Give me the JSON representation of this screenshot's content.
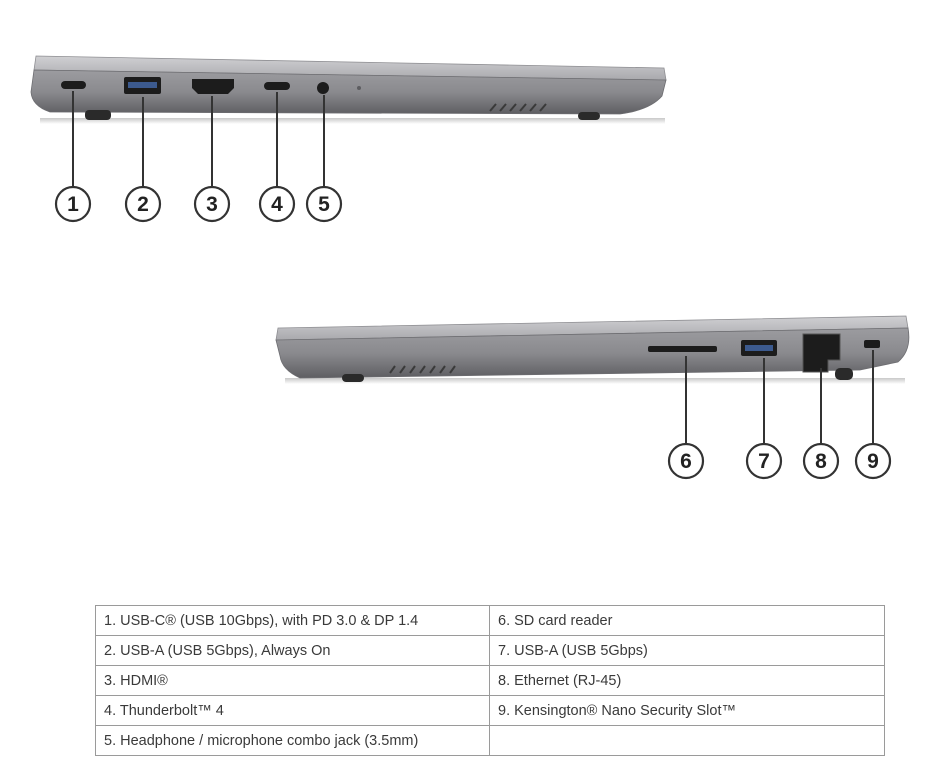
{
  "port_callouts": {
    "left_side": [
      "1",
      "2",
      "3",
      "4",
      "5"
    ],
    "right_side": [
      "6",
      "7",
      "8",
      "9"
    ]
  },
  "port_table": {
    "rows": [
      {
        "left": "1.  USB-C® (USB 10Gbps), with PD 3.0 & DP 1.4",
        "right": "6.  SD card reader"
      },
      {
        "left": "2.  USB-A (USB 5Gbps), Always On",
        "right": "7.  USB-A (USB 5Gbps)"
      },
      {
        "left": "3.  HDMI®",
        "right": "8.  Ethernet (RJ-45)"
      },
      {
        "left": "4.  Thunderbolt™ 4",
        "right": "9.  Kensington® Nano Security Slot™"
      },
      {
        "left": "5.  Headphone / microphone combo jack (3.5mm)",
        "right": ""
      }
    ]
  },
  "colors": {
    "chassis_light": "#b9b9bc",
    "chassis_dark": "#7c7c80",
    "port_black": "#1c1c1c",
    "leader_line": "#333333",
    "table_border": "#9a9a9a"
  }
}
